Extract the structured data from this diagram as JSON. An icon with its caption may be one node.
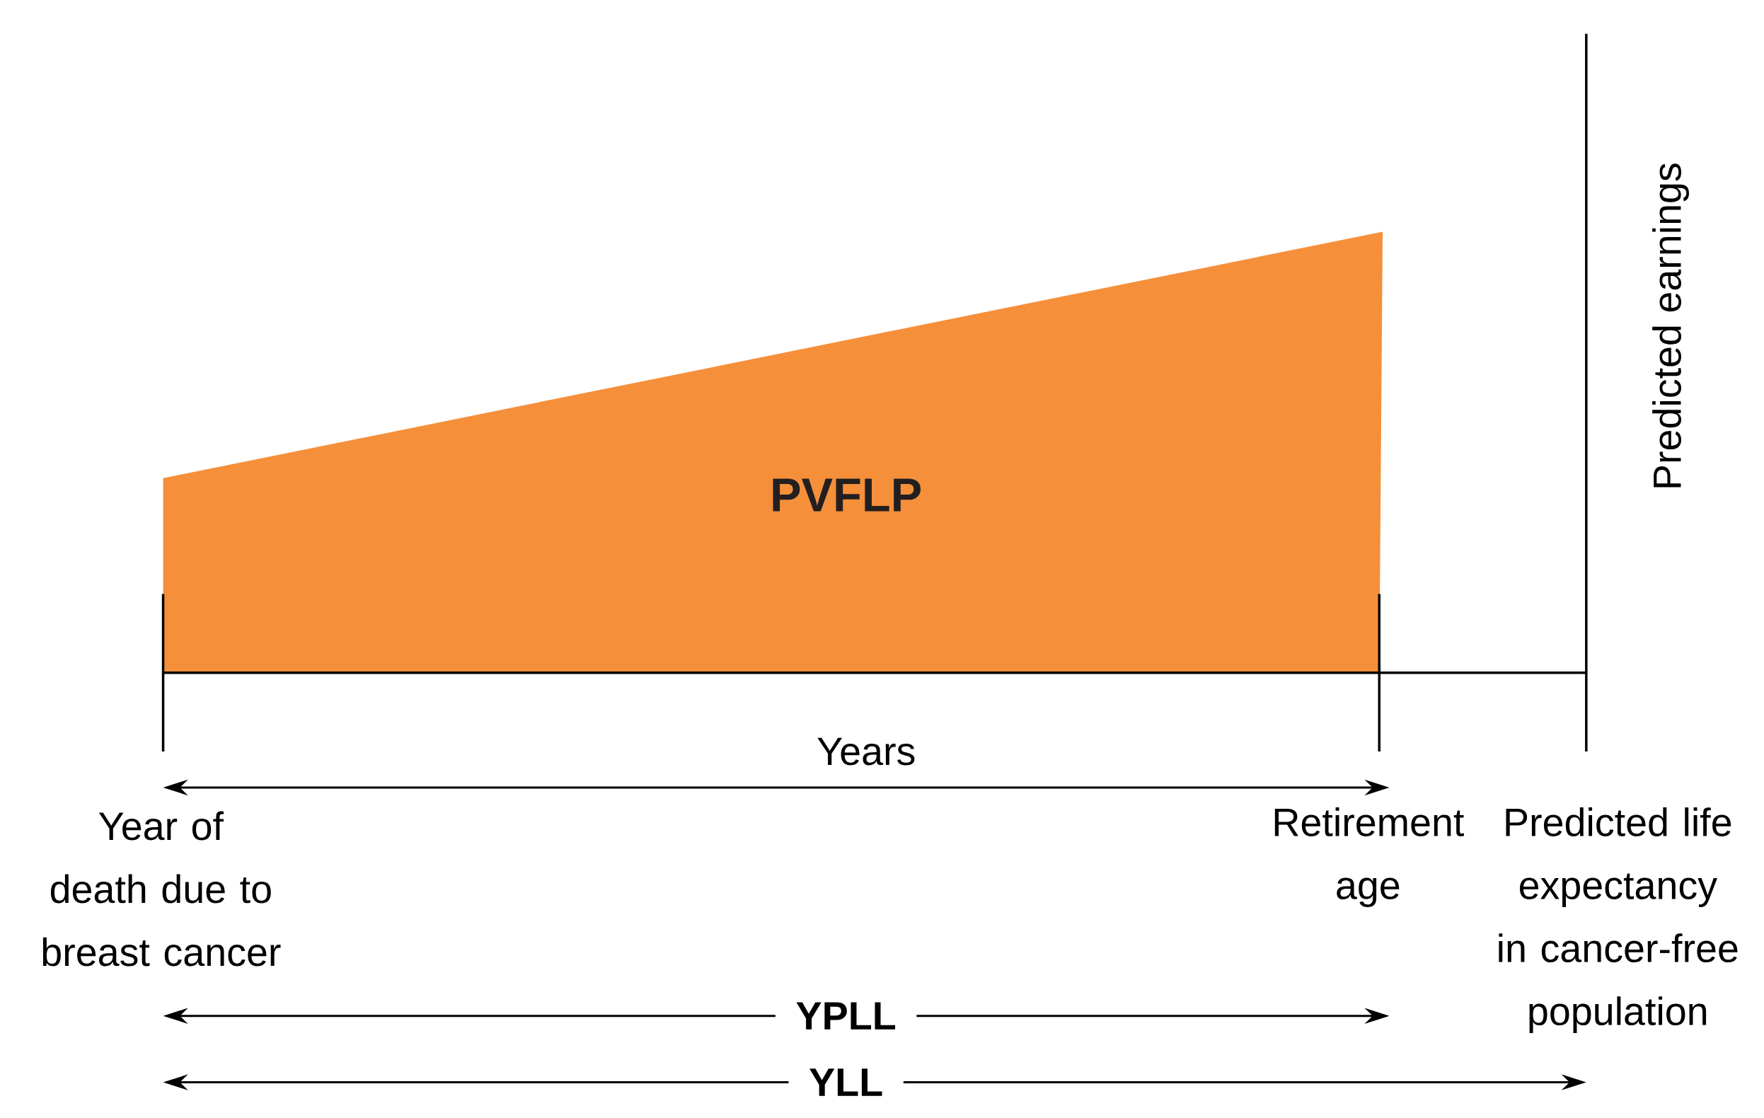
{
  "diagram": {
    "nodes": [
      {
        "text": [
          "PVFLP"
        ]
      }
    ],
    "labels": [
      "Predicted earnings",
      "Years",
      "Year of death due to breast cancer",
      "Retirement age",
      "Predicted life expectancy in cancer-free population",
      "YPLL",
      "YLL"
    ]
  }
}
